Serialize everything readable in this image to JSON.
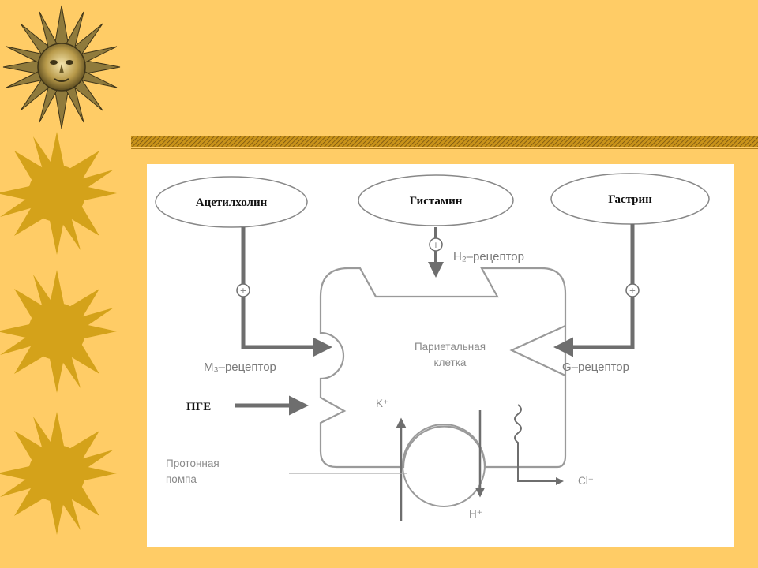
{
  "diagram": {
    "nodes": {
      "acetylcholine": "Ацетилхолин",
      "histamine": "Гистамин",
      "gastrin": "Гастрин"
    },
    "receptors": {
      "h2": "H₂–рецептор",
      "m3": "M₃–рецептор",
      "g": "G–рецептор"
    },
    "cell_label_line1": "Париетальная",
    "cell_label_line2": "клетка",
    "pge": "ПГЕ",
    "k_ion": "K⁺",
    "h_ion": "H⁺",
    "cl_ion": "Cl⁻",
    "pump_line1": "Протонная",
    "pump_line2": "помпа",
    "plus_sign": "+"
  },
  "colors": {
    "background": "#FFCC66",
    "sun": "#D4A21A",
    "panel": "#FFFFFF",
    "arrow": "#6E6E6E"
  }
}
